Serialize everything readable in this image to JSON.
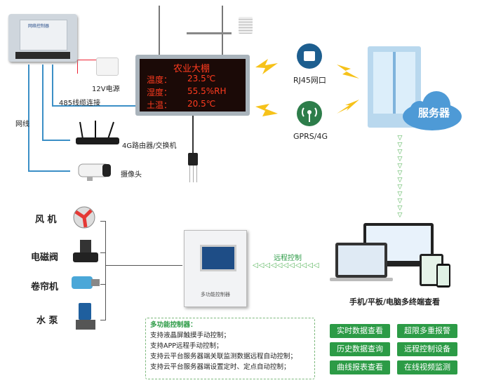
{
  "controller_box": {
    "title": "网络控制器"
  },
  "power_label": "12V电源",
  "cable_485": "485线缆连接",
  "network_cable": "网线",
  "router_label": "4G路由器/交换机",
  "camera_label": "摄像头",
  "sign": {
    "title": "农业大棚",
    "rows": [
      {
        "name": "温度：",
        "value": "23.5℃"
      },
      {
        "name": "湿度：",
        "value": "55.5%RH"
      },
      {
        "name": "土温：",
        "value": "20.5℃"
      }
    ]
  },
  "rj45_label": "RJ45网口",
  "gprs_label": "GPRS/4G",
  "server_label": "服务器",
  "devices": [
    {
      "label": "风 机",
      "icon": "fan-icon"
    },
    {
      "label": "电磁阀",
      "icon": "solenoid-valve-icon"
    },
    {
      "label": "卷帘机",
      "icon": "roller-motor-icon"
    },
    {
      "label": "水 泵",
      "icon": "water-pump-icon"
    }
  ],
  "cabinet_label": "多功能控制器",
  "remote_label": "远程控制",
  "terminals_label": "手机/平板/电脑多终端查看",
  "features": {
    "title": "多功能控制器：",
    "items": [
      "支持液晶屏触摸手动控制；",
      "支持APP远程手动控制；",
      "支持云平台服务器端关联监测数据远程自动控制；",
      "支持云平台服务器端设置定时、定点自动控制；"
    ]
  },
  "buttons": [
    "实时数据查看",
    "超限多重报警",
    "历史数据查询",
    "远程控制设备",
    "曲线报表查看",
    "在线视频监测"
  ],
  "colors": {
    "accent_green": "#2c9b46",
    "led_red": "#ff3b1f",
    "cable_blue": "#3b8fc6",
    "bolt_yellow": "#f6c21a"
  }
}
